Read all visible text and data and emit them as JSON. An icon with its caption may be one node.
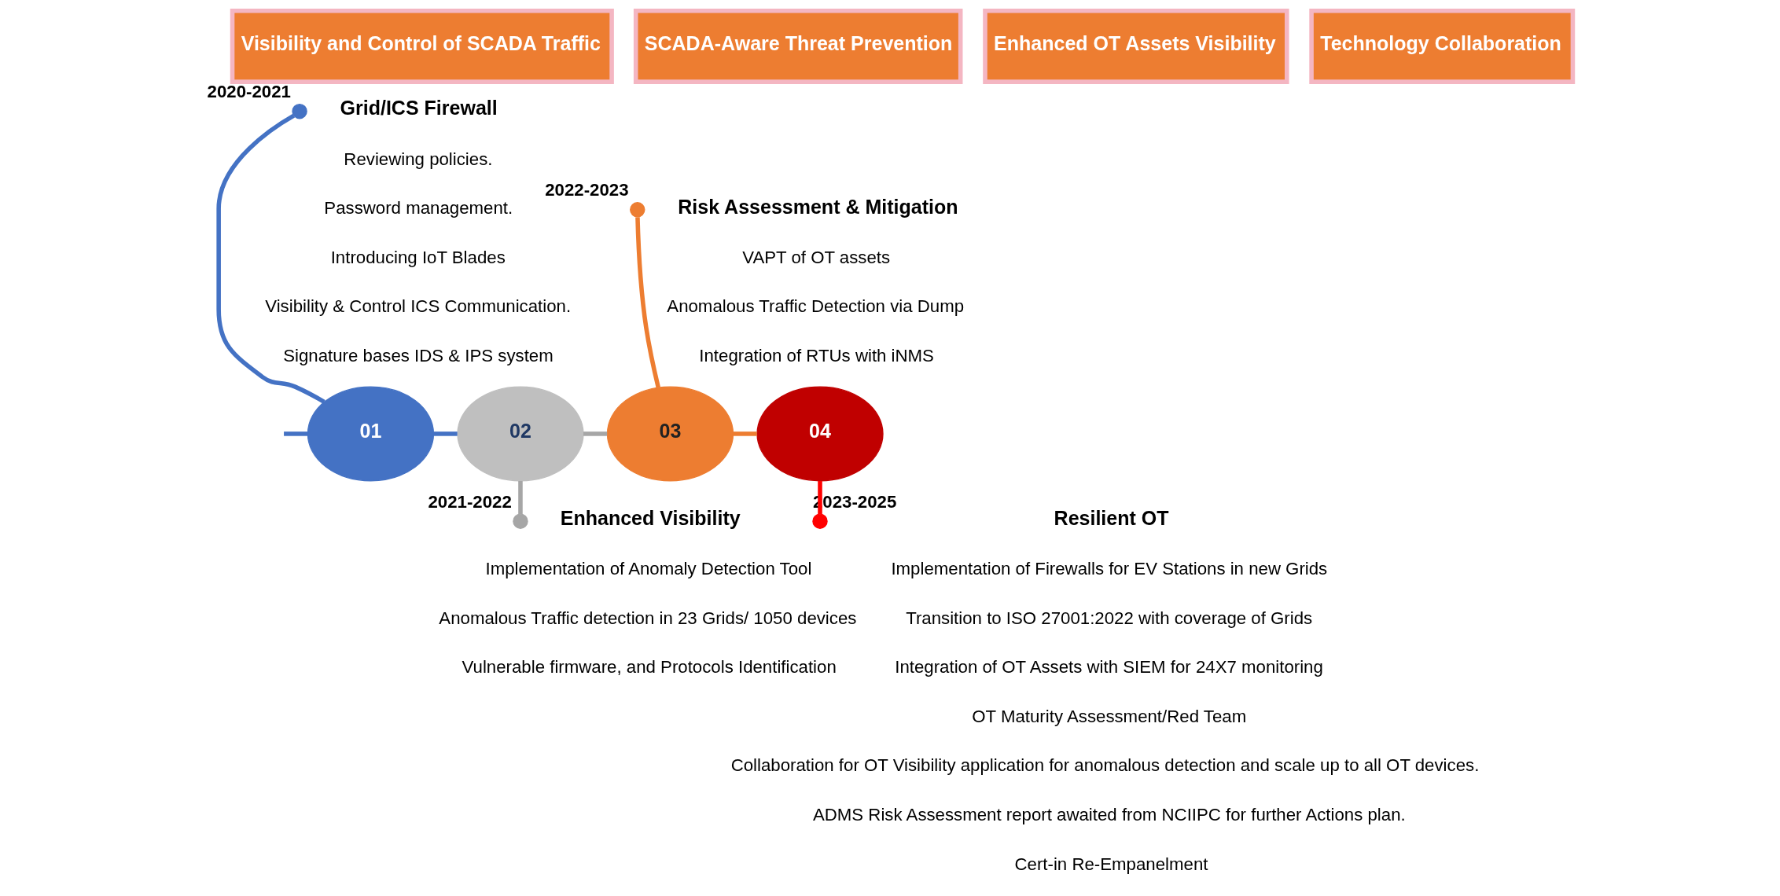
{
  "diagram": {
    "nodes": [
      {
        "text": [
          "Visibility and Control of SCADA Traffic"
        ]
      },
      {
        "text": [
          "SCADA-Aware Threat Prevention"
        ]
      },
      {
        "text": [
          "Enhanced OT Assets Visibility"
        ]
      },
      {
        "text": [
          "Technology Collaboration"
        ]
      },
      {
        "text": [
          "01"
        ]
      },
      {
        "text": [
          "02"
        ]
      },
      {
        "text": [
          "03"
        ]
      },
      {
        "text": [
          "04"
        ]
      },
      {
        "text": [],
        "shape": "circle",
        "beside": [
          "2020-2021"
        ]
      },
      {
        "text": [],
        "shape": "circle",
        "beside": [
          "2021-2022"
        ]
      },
      {
        "text": [],
        "shape": "circle",
        "beside": [
          "2022-2023"
        ]
      },
      {
        "text": [],
        "shape": "circle",
        "beside": [
          "2023-2025"
        ]
      }
    ],
    "edges": [
      {
        "from": null,
        "to": 4,
        "arrow": "none",
        "color": "#4472c4"
      },
      {
        "from": 4,
        "to": 5,
        "arrow": "none",
        "color": "#4472c4"
      },
      {
        "from": 5,
        "to": 6,
        "arrow": "none",
        "color": "#a6a6a6"
      },
      {
        "from": 6,
        "to": 7,
        "arrow": "none",
        "color": "#ed7d31"
      },
      {
        "from": 8,
        "to": 4,
        "arrow": "none",
        "color": "#4472c4"
      },
      {
        "from": 5,
        "to": 9,
        "arrow": "none",
        "color": "#a6a6a6"
      },
      {
        "from": 10,
        "to": 6,
        "arrow": "none",
        "color": "#ed7d31"
      },
      {
        "from": 7,
        "to": 11,
        "arrow": "none",
        "color": "#ff0000"
      }
    ],
    "labels": [
      "Grid/ICS Firewall",
      "Reviewing policies.",
      "Password management.",
      "Introducing IoT Blades",
      "Visibility & Control ICS Communication.",
      "Signature bases IDS & IPS system",
      "Risk Assessment & Mitigation",
      "VAPT of OT assets",
      "Anomalous Traffic Detection via Dump",
      "Integration of RTUs with iNMS",
      "Resilient OT",
      "Implementation of Firewalls for EV Stations in new Grids",
      "Transition to ISO 27001:2022 with coverage of Grids",
      "Integration of OT Assets with SIEM for 24X7 monitoring",
      "OT Maturity Assessment/Red Team",
      "Collaboration for OT Visibility application for anomalous detection and scale up to all OT devices.",
      "ADMS Risk Assessment report awaited from NCIIPC for further Actions plan.",
      "Cert-in Re-Empanelment",
      "Enhanced Visibility",
      "Implementation of Anomaly Detection Tool",
      "Anomalous Traffic detection in 23 Grids/ 1050 devices",
      "Vulnerable firmware, and Protocols Identification"
    ]
  }
}
